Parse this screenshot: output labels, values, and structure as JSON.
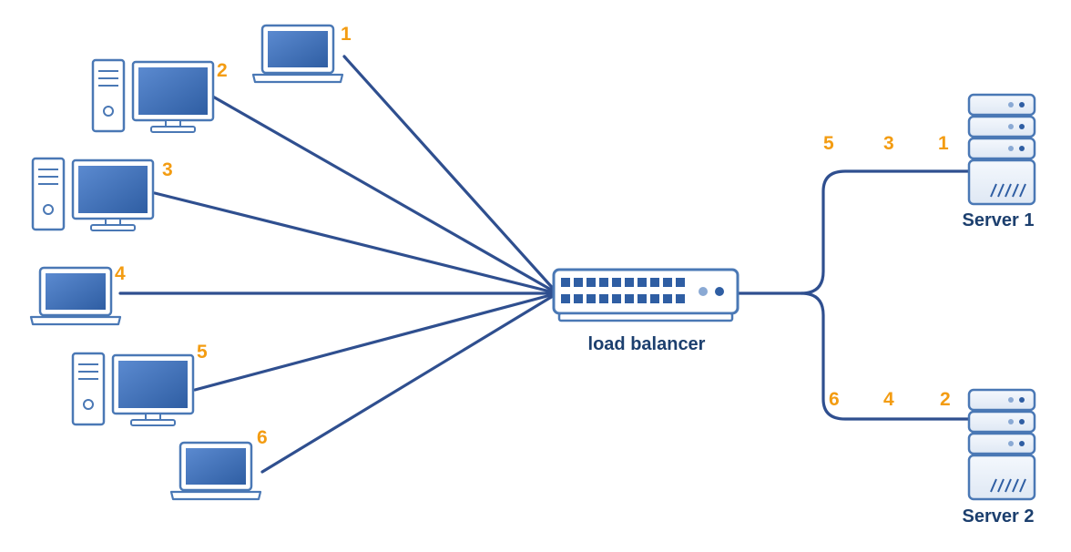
{
  "colors": {
    "line": "#2f4f8f",
    "device_outline": "#4a78b5",
    "screen": "#3f6fb6",
    "number": "#f39c12",
    "label": "#1c3f6e",
    "background": "#ffffff"
  },
  "clients": [
    {
      "id": "1",
      "type": "laptop",
      "number": "1"
    },
    {
      "id": "2",
      "type": "desktop",
      "number": "2"
    },
    {
      "id": "3",
      "type": "desktop",
      "number": "3"
    },
    {
      "id": "4",
      "type": "laptop",
      "number": "4"
    },
    {
      "id": "5",
      "type": "desktop",
      "number": "5"
    },
    {
      "id": "6",
      "type": "laptop",
      "number": "6"
    }
  ],
  "load_balancer": {
    "label": "load balancer",
    "icon": "network-switch-icon"
  },
  "servers": [
    {
      "id": "1",
      "label": "Server 1",
      "queue": [
        "5",
        "3",
        "1"
      ],
      "icon": "server-icon"
    },
    {
      "id": "2",
      "label": "Server 2",
      "queue": [
        "6",
        "4",
        "2"
      ],
      "icon": "server-icon"
    }
  ]
}
